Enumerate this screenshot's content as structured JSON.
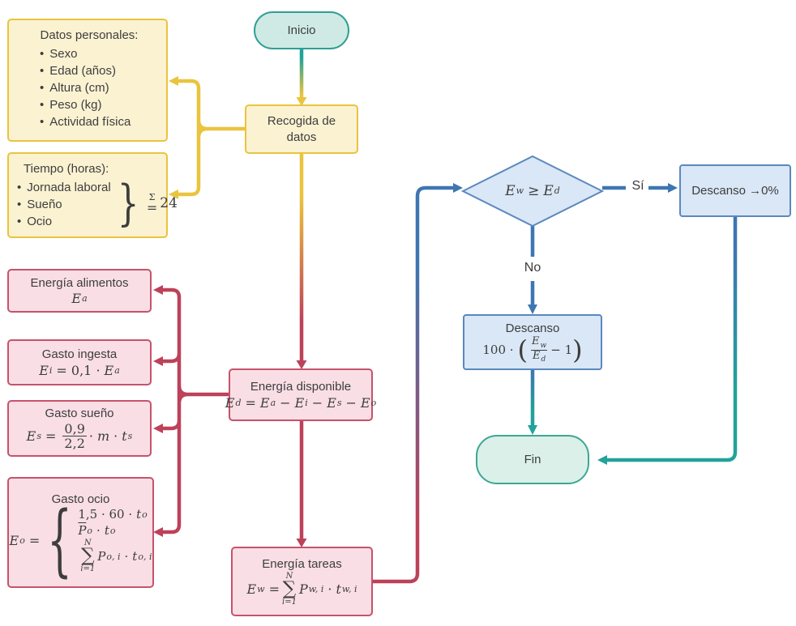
{
  "palette": {
    "teal": "#21a29a",
    "teal_border": "#2f9f94",
    "teal_fill": "#cfeae4",
    "teal_fill_light": "#daf0e9",
    "yellow": "#e9c43e",
    "yellow_fill": "#fbf2d2",
    "crimson": "#bd4159",
    "crimson_border": "#c6536b",
    "pink_fill": "#f9dee6",
    "blue": "#3d76b2",
    "blue_border": "#5b88bf",
    "blue_fill": "#d9e7f6",
    "text": "#3d3d3d"
  },
  "nodes": {
    "inicio": {
      "label": "Inicio"
    },
    "recogida": {
      "line1": "Recogida de",
      "line2": "datos"
    },
    "datos_personales": {
      "title": "Datos personales:",
      "items": [
        "Sexo",
        "Edad (años)",
        "Altura (cm)",
        "Peso (kg)",
        "Actividad física"
      ]
    },
    "tiempo": {
      "title": "Tiempo (horas):",
      "items": [
        "Jornada laboral",
        "Sueño",
        "Ocio"
      ],
      "brace": "}",
      "sum_sigma": "Σ",
      "sum_eq": "=",
      "sum_value": "24"
    },
    "energia_alimentos": {
      "title": "Energía alimentos",
      "sym": "E",
      "sub": "a"
    },
    "gasto_ingesta": {
      "title": "Gasto ingesta",
      "lhs": "E",
      "lhs_sub": "i",
      "mid": "= 0,1 ·",
      "rhs": "E",
      "rhs_sub": "a"
    },
    "gasto_sueno": {
      "title": "Gasto sueño",
      "lhs": "E",
      "lhs_sub": "s",
      "eq": "=",
      "num": "0,9",
      "den": "2,2",
      "dot1": "·",
      "m": "m",
      "dot2": "·",
      "t": "t",
      "t_sub": "s"
    },
    "gasto_ocio": {
      "title": "Gasto ocio",
      "lhs": "E",
      "lhs_sub": "o",
      "eq": "=",
      "brace": "{",
      "case1_pre": "1,5 · 60 ·",
      "case1_t": "t",
      "case1_sub": "o",
      "case2_p": "P",
      "case2_psub": "o",
      "case2_dot": "·",
      "case2_t": "t",
      "case2_tsub": "o",
      "sum_top": "N",
      "sum_sym": "∑",
      "sum_bot": "i=1",
      "case3_p": "P",
      "case3_psub": "o, i",
      "case3_dot": "·",
      "case3_t": "t",
      "case3_tsub": "o, i"
    },
    "energia_disponible": {
      "title": "Energía disponible",
      "lhs": "E",
      "lhs_sub": "d",
      "eq": "=",
      "t1": "E",
      "t1s": "a",
      "m1": "−",
      "t2": "E",
      "t2s": "i",
      "m2": "−",
      "t3": "E",
      "t3s": "s",
      "m3": "−",
      "t4": "E",
      "t4s": "o"
    },
    "energia_tareas": {
      "title": "Energía tareas",
      "lhs": "E",
      "lhs_sub": "w",
      "eq": "=",
      "sum_top": "N",
      "sum_sym": "∑",
      "sum_bot": "i=1",
      "p": "P",
      "psub": "w, i",
      "dot": "·",
      "t": "t",
      "tsub": "w, i"
    },
    "decision": {
      "lhs": "E",
      "lhs_sub": "w",
      "op": "≥",
      "rhs": "E",
      "rhs_sub": "d"
    },
    "descanso_cero": {
      "label": "Descanso →0%"
    },
    "descanso_formula": {
      "title": "Descanso",
      "pre": "100 ·",
      "open": "(",
      "num_e": "E",
      "num_sub": "w",
      "den_e": "E",
      "den_sub": "d",
      "post": "− 1",
      "close": ")"
    },
    "fin": {
      "label": "Fin"
    }
  },
  "edges": {
    "si": "Sí",
    "no": "No"
  }
}
